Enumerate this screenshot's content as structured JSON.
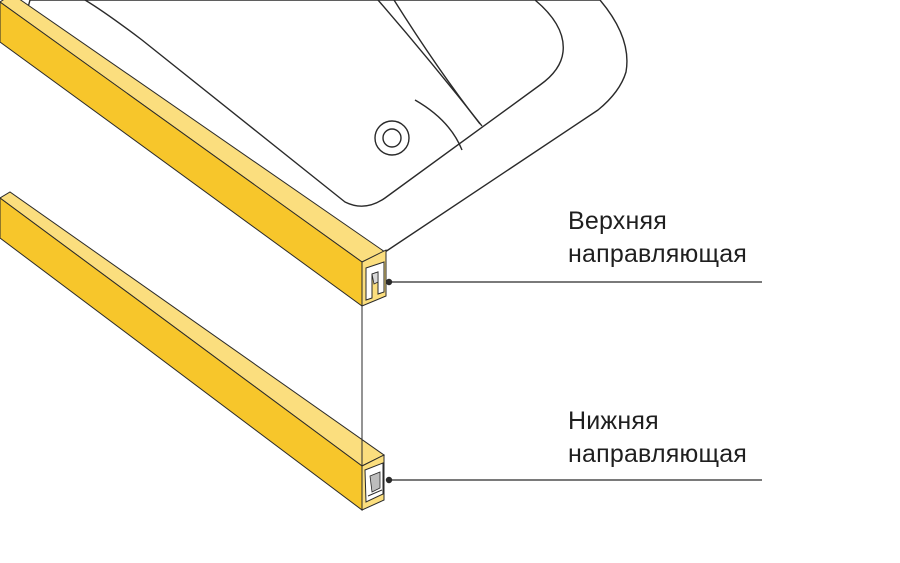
{
  "callouts": {
    "upper": {
      "line1": "Верхняя",
      "line2": "направляющая"
    },
    "lower": {
      "line1": "Нижняя",
      "line2": "направляющая"
    }
  },
  "colors": {
    "rail_front": "#F7C62B",
    "rail_top": "#FBDE7E",
    "outline": "#2a2a2a",
    "background": "#FFFFFF"
  }
}
